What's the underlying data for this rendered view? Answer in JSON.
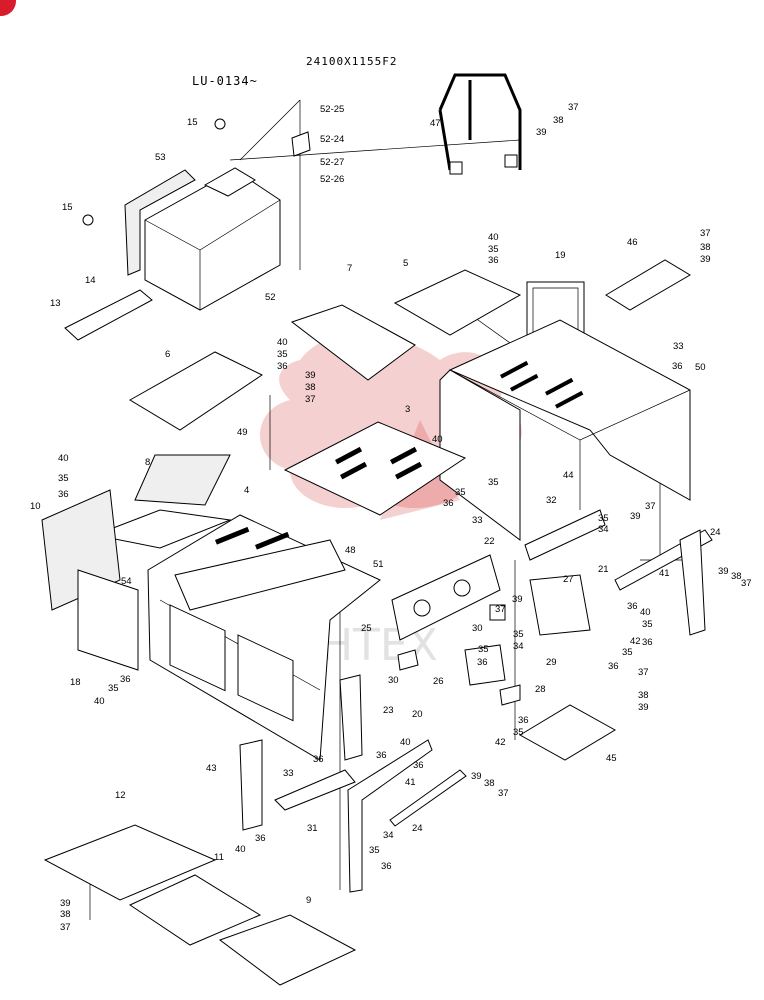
{
  "header": {
    "left_code": "LU-0134~",
    "right_code": "24100X1155F2"
  },
  "corner_mark": "",
  "watermark_text": "MHTEX",
  "colors": {
    "watermark": "#d32b2b",
    "line": "#000000",
    "corner_badge": "#d81c2c"
  },
  "callouts": [
    {
      "label": "52-25"
    },
    {
      "label": "52-24"
    },
    {
      "label": "52-27"
    },
    {
      "label": "52-26"
    },
    {
      "label": "15"
    },
    {
      "label": "15"
    },
    {
      "label": "53"
    },
    {
      "label": "14"
    },
    {
      "label": "52"
    },
    {
      "label": "13"
    },
    {
      "label": "47"
    },
    {
      "label": "37"
    },
    {
      "label": "38"
    },
    {
      "label": "39"
    },
    {
      "label": "40"
    },
    {
      "label": "35"
    },
    {
      "label": "36"
    },
    {
      "label": "7"
    },
    {
      "label": "5"
    },
    {
      "label": "19"
    },
    {
      "label": "46"
    },
    {
      "label": "37"
    },
    {
      "label": "38"
    },
    {
      "label": "39"
    },
    {
      "label": "40"
    },
    {
      "label": "35"
    },
    {
      "label": "36"
    },
    {
      "label": "6"
    },
    {
      "label": "39"
    },
    {
      "label": "38"
    },
    {
      "label": "37"
    },
    {
      "label": "49"
    },
    {
      "label": "33"
    },
    {
      "label": "36"
    },
    {
      "label": "50"
    },
    {
      "label": "3"
    },
    {
      "label": "40"
    },
    {
      "label": "35"
    },
    {
      "label": "36"
    },
    {
      "label": "35"
    },
    {
      "label": "33"
    },
    {
      "label": "44"
    },
    {
      "label": "32"
    },
    {
      "label": "22"
    },
    {
      "label": "8"
    },
    {
      "label": "40"
    },
    {
      "label": "35"
    },
    {
      "label": "36"
    },
    {
      "label": "10"
    },
    {
      "label": "4"
    },
    {
      "label": "39"
    },
    {
      "label": "37"
    },
    {
      "label": "35"
    },
    {
      "label": "34"
    },
    {
      "label": "21"
    },
    {
      "label": "41"
    },
    {
      "label": "24"
    },
    {
      "label": "39"
    },
    {
      "label": "38"
    },
    {
      "label": "37"
    },
    {
      "label": "48"
    },
    {
      "label": "54"
    },
    {
      "label": "51"
    },
    {
      "label": "27"
    },
    {
      "label": "39"
    },
    {
      "label": "36"
    },
    {
      "label": "40"
    },
    {
      "label": "35"
    },
    {
      "label": "36"
    },
    {
      "label": "25"
    },
    {
      "label": "37"
    },
    {
      "label": "30"
    },
    {
      "label": "35"
    },
    {
      "label": "34"
    },
    {
      "label": "42"
    },
    {
      "label": "29"
    },
    {
      "label": "35"
    },
    {
      "label": "36"
    },
    {
      "label": "18"
    },
    {
      "label": "40"
    },
    {
      "label": "35"
    },
    {
      "label": "36"
    },
    {
      "label": "30"
    },
    {
      "label": "26"
    },
    {
      "label": "35"
    },
    {
      "label": "36"
    },
    {
      "label": "28"
    },
    {
      "label": "37"
    },
    {
      "label": "38"
    },
    {
      "label": "39"
    },
    {
      "label": "23"
    },
    {
      "label": "40"
    },
    {
      "label": "36"
    },
    {
      "label": "20"
    },
    {
      "label": "36"
    },
    {
      "label": "42"
    },
    {
      "label": "35"
    },
    {
      "label": "45"
    },
    {
      "label": "43"
    },
    {
      "label": "33"
    },
    {
      "label": "36"
    },
    {
      "label": "36"
    },
    {
      "label": "41"
    },
    {
      "label": "39"
    },
    {
      "label": "38"
    },
    {
      "label": "37"
    },
    {
      "label": "31"
    },
    {
      "label": "24"
    },
    {
      "label": "40"
    },
    {
      "label": "36"
    },
    {
      "label": "34"
    },
    {
      "label": "35"
    },
    {
      "label": "36"
    },
    {
      "label": "12"
    },
    {
      "label": "11"
    },
    {
      "label": "9"
    },
    {
      "label": "39"
    },
    {
      "label": "38"
    },
    {
      "label": "37"
    }
  ]
}
